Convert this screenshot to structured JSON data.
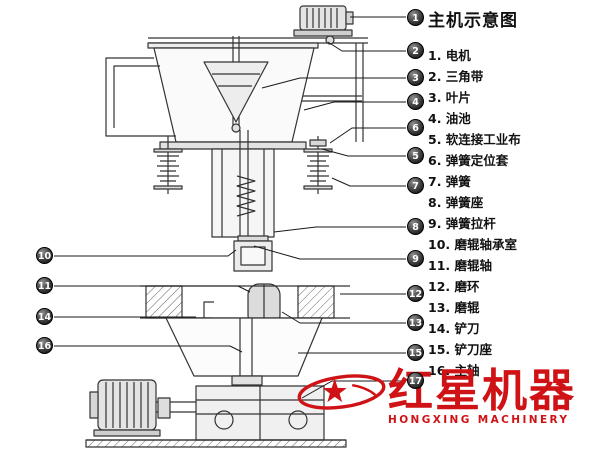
{
  "title": "主机示意图",
  "legend": {
    "items": [
      "1. 电机",
      "2. 三角带",
      "3. 叶片",
      "4. 油池",
      "5. 软连接工业布",
      "6. 弹簧定位套",
      "7. 弹簧",
      "8. 弹簧座",
      "9. 弹簧拉杆",
      "10. 磨辊轴承室",
      "11. 磨辊轴",
      "12. 磨环",
      "13. 磨辊",
      "14. 铲刀",
      "15. 铲刀座",
      "16. 主轴"
    ]
  },
  "callouts": [
    "1",
    "2",
    "3",
    "4",
    "6",
    "5",
    "7",
    "8",
    "9",
    "12",
    "13",
    "15",
    "17",
    "10",
    "11",
    "14",
    "16"
  ],
  "watermark": {
    "brand": "红星机器",
    "brand_en": "HONGXING MACHINERY",
    "color": "#cf1215"
  },
  "drawing": {
    "line_color": "#333333"
  }
}
